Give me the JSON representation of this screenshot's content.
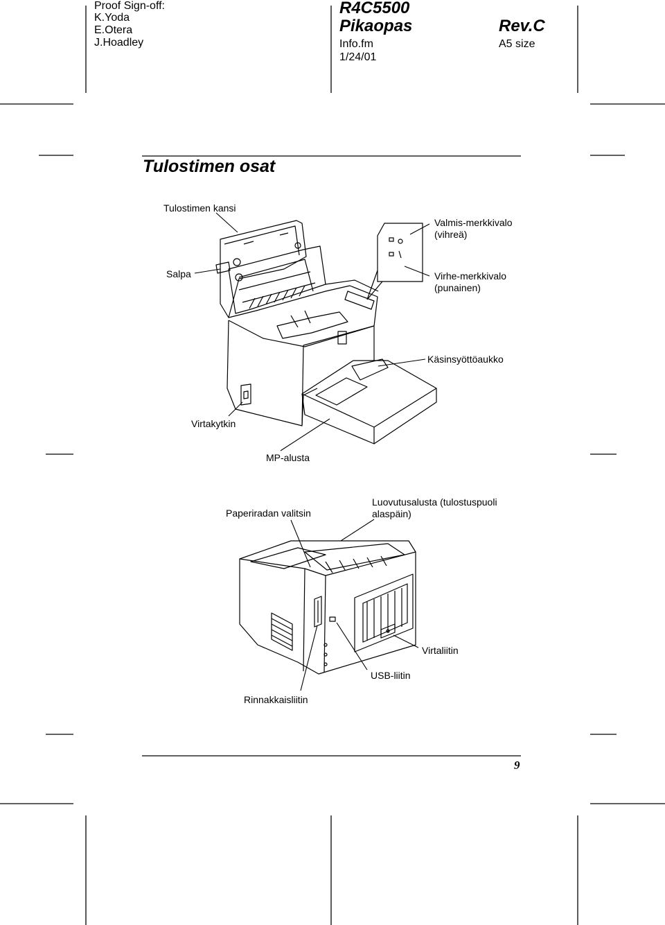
{
  "header": {
    "signoff_label": "Proof Sign-off:",
    "signoff_names": [
      "K.Yoda",
      "E.Otera",
      "J.Hoadley"
    ],
    "model": "R4C5500",
    "guide": "Pikaopas",
    "file": "Info.fm",
    "date": "1/24/01",
    "revision": "Rev.C",
    "size": "A5 size"
  },
  "page": {
    "title": "Tulostimen osat",
    "number": "9"
  },
  "front_labels": {
    "cover": "Tulostimen kansi",
    "ready_light": [
      "Valmis-merkkivalo",
      "(vihreä)"
    ],
    "latch": "Salpa",
    "error_light": [
      "Virhe-merkkivalo",
      "(punainen)"
    ],
    "manual_feed": "Käsinsyöttöaukko",
    "power_switch": "Virtakytkin",
    "mp_tray": "MP-alusta"
  },
  "rear_labels": {
    "paper_path": "Paperiradan valitsin",
    "output_tray": [
      "Luovutusalusta (tulostuspuoli",
      "alaspäin)"
    ],
    "power_inlet": "Virtaliitin",
    "usb": "USB-liitin",
    "parallel": "Rinnakkaisliitin"
  }
}
